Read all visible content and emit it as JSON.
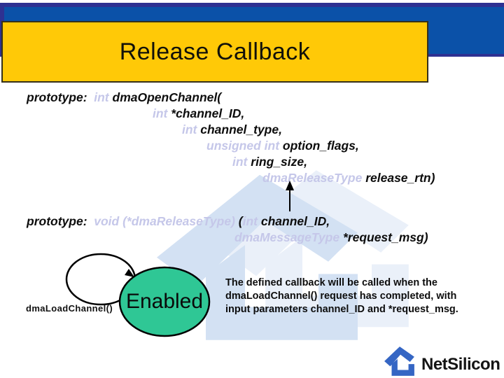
{
  "title_bar": {
    "title": "Release Callback"
  },
  "prototype1": {
    "label": "prototype:  ",
    "l1_kw": "int",
    "l1_rest": " dmaOpenChannel(",
    "l2_kw": "int",
    "l2_rest": " *channel_ID,",
    "l3_kw": "int",
    "l3_rest": " channel_type,",
    "l4_kw": "unsigned int",
    "l4_rest": " option_flags,",
    "l5_kw": "int",
    "l5_rest": " ring_size,",
    "l6_kw": "dmaReleaseType",
    "l6_rest": " release_rtn)"
  },
  "prototype2": {
    "label": "prototype:  ",
    "l1_kw": "void (*dmaReleaseType)",
    "l1_paren": " (",
    "l1_kw2": "int",
    "l1_rest": " channel_ID,",
    "l2_kw": "dmaMessageType",
    "l2_rest": " *request_msg)"
  },
  "state_diagram": {
    "state_label": "Enabled",
    "transition_label": "dmaLoadChannel()"
  },
  "callback_note": {
    "line1": "The defined callback will be called when the",
    "line2": "dmaLoadChannel() request has completed, with",
    "line3": "input parameters channel_ID and *request_msg."
  },
  "logo": {
    "text": "NetSilicon"
  },
  "colors": {
    "banner_blue": "#0b51a8",
    "banner_navy": "#2e3192",
    "title_gold": "#ffc907",
    "keyword_lavender": "#c5c7e9",
    "state_green": "#2fc795",
    "logo_blue": "#3566c4",
    "watermark_main": "#d3e1f3",
    "watermark_echo": "#eaf0f9"
  }
}
